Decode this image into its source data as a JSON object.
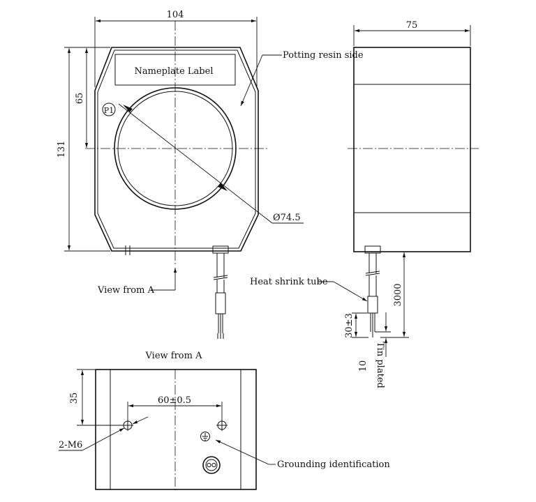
{
  "dimensions": {
    "front_width": "104",
    "front_height": "131",
    "front_center_height": "65",
    "hole_diameter": "Ø74.5",
    "side_width": "75",
    "lead_length": "3000",
    "strip_length": "30±3",
    "tin_length": "10",
    "bottom_offset": "35",
    "hole_spacing": "60±0.5",
    "thread": "2-M6"
  },
  "labels": {
    "nameplate": "Nameplate Label",
    "p1": "P1",
    "potting": "Potting resin side",
    "view_from_a_arrow": "View from A",
    "view_from_a_title": "View from A",
    "heat_shrink": "Heat shrink tube",
    "tin_plated": "Tin plated",
    "grounding": "Grounding identification"
  }
}
